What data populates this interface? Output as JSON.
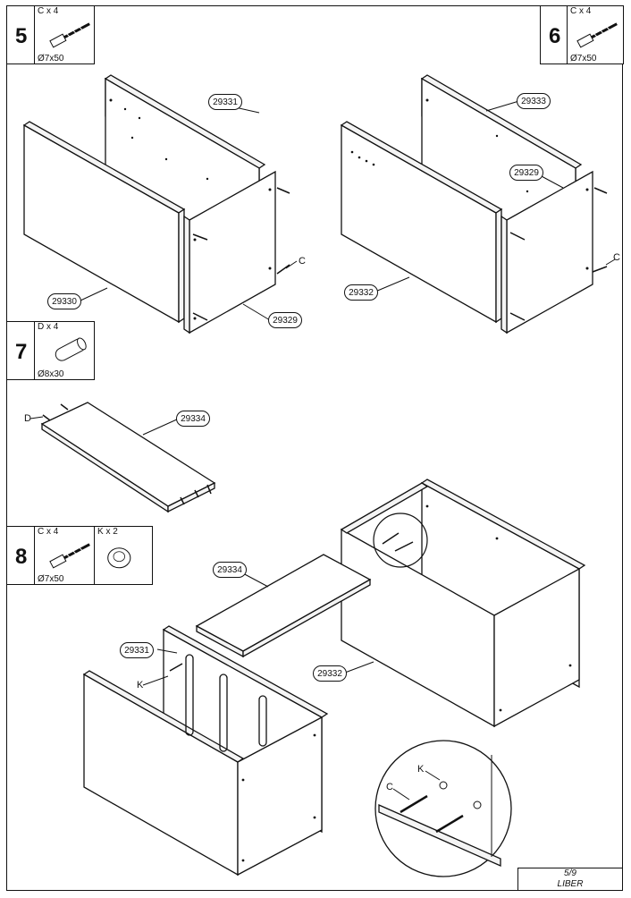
{
  "steps": [
    {
      "number": "5",
      "parts": [
        {
          "qty": "C x 4",
          "size": "Ø7x50",
          "icon": "screw-icon"
        }
      ]
    },
    {
      "number": "6",
      "parts": [
        {
          "qty": "C x 4",
          "size": "Ø7x50",
          "icon": "screw-icon"
        }
      ]
    },
    {
      "number": "7",
      "parts": [
        {
          "qty": "D x 4",
          "size": "Ø8x30",
          "icon": "dowel-icon"
        }
      ]
    },
    {
      "number": "8",
      "parts": [
        {
          "qty": "C x 4",
          "size": "Ø7x50",
          "icon": "screw-icon"
        },
        {
          "qty": "K x 2",
          "size": "",
          "icon": "cap-icon"
        }
      ]
    }
  ],
  "callouts": {
    "s5_29331": "29331",
    "s5_29330": "29330",
    "s5_29329": "29329",
    "s5_c": "C",
    "s6_29333": "29333",
    "s6_29329": "29329",
    "s6_29332": "29332",
    "s6_c": "C",
    "s7_29334": "29334",
    "s7_d": "D",
    "s8_29334": "29334",
    "s8_29331": "29331",
    "s8_29332": "29332",
    "s8_k": "K",
    "detail_k": "K",
    "detail_c": "C"
  },
  "footer": {
    "page": "5/9",
    "product": "LIBER"
  }
}
